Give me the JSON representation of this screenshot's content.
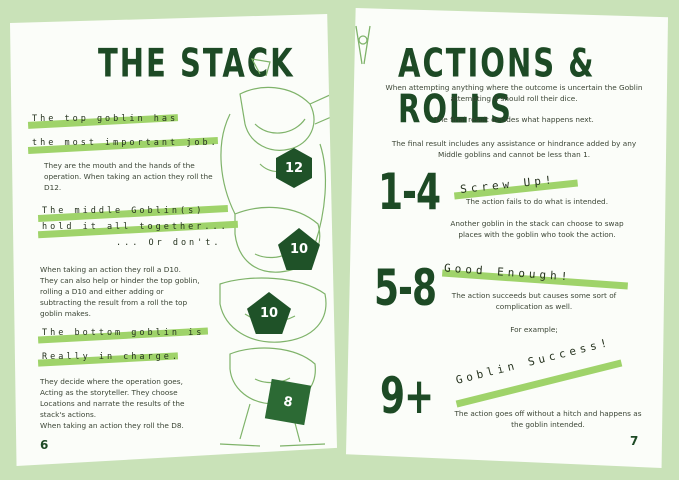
{
  "left": {
    "title": "THE STACK",
    "top": {
      "heading_1": "The top goblin has",
      "heading_2": "the most important job.",
      "body": "They are the mouth and the hands of the operation. When taking an action they roll the D12."
    },
    "middle": {
      "heading_1": "The middle Goblin(s)",
      "heading_2": "hold it all together...",
      "heading_3": "... Or don't.",
      "body": "When taking an action they roll a D10. They can also help or hinder the top goblin, rolling a D10 and either adding or subtracting the result from a roll the top goblin makes."
    },
    "bottom": {
      "heading_1": "The bottom goblin is",
      "heading_2": "Really in charge.",
      "body": "They decide where the operation goes, Acting as the storyteller. They choose Locations and narrate the results of the stack's actions.",
      "body_2": "When taking an action they roll the D8."
    },
    "dice": [
      "12",
      "10",
      "10",
      "8"
    ],
    "page_number": "6"
  },
  "right": {
    "title": "ACTIONS & ROLLS",
    "intro": "When attempting anything where the outcome is uncertain the Goblin attempting it should roll their dice.",
    "intro_2": "The final result decides what happens next.",
    "intro_3": "The final result includes any assistance or hindrance added by any Middle goblins and cannot be less than 1.",
    "results": [
      {
        "range": "1-4",
        "name": "Screw Up!",
        "text": "The action fails to do what is intended.",
        "text_2": "Another goblin in the stack can choose to swap places with the goblin who took the action."
      },
      {
        "range": "5-8",
        "name": "Good Enough!",
        "text": "The action succeeds but causes some sort of complication as well.",
        "text_2": "For example;"
      },
      {
        "range": "9+",
        "name": "Goblin Success!",
        "text": "The action goes off without a hitch and happens as the goblin intended."
      }
    ],
    "page_number": "7"
  },
  "colors": {
    "accent_dark": "#1d4a25",
    "highlight": "#9fd36a",
    "background": "#c9e2b8",
    "line_art": "#7fb36a"
  }
}
